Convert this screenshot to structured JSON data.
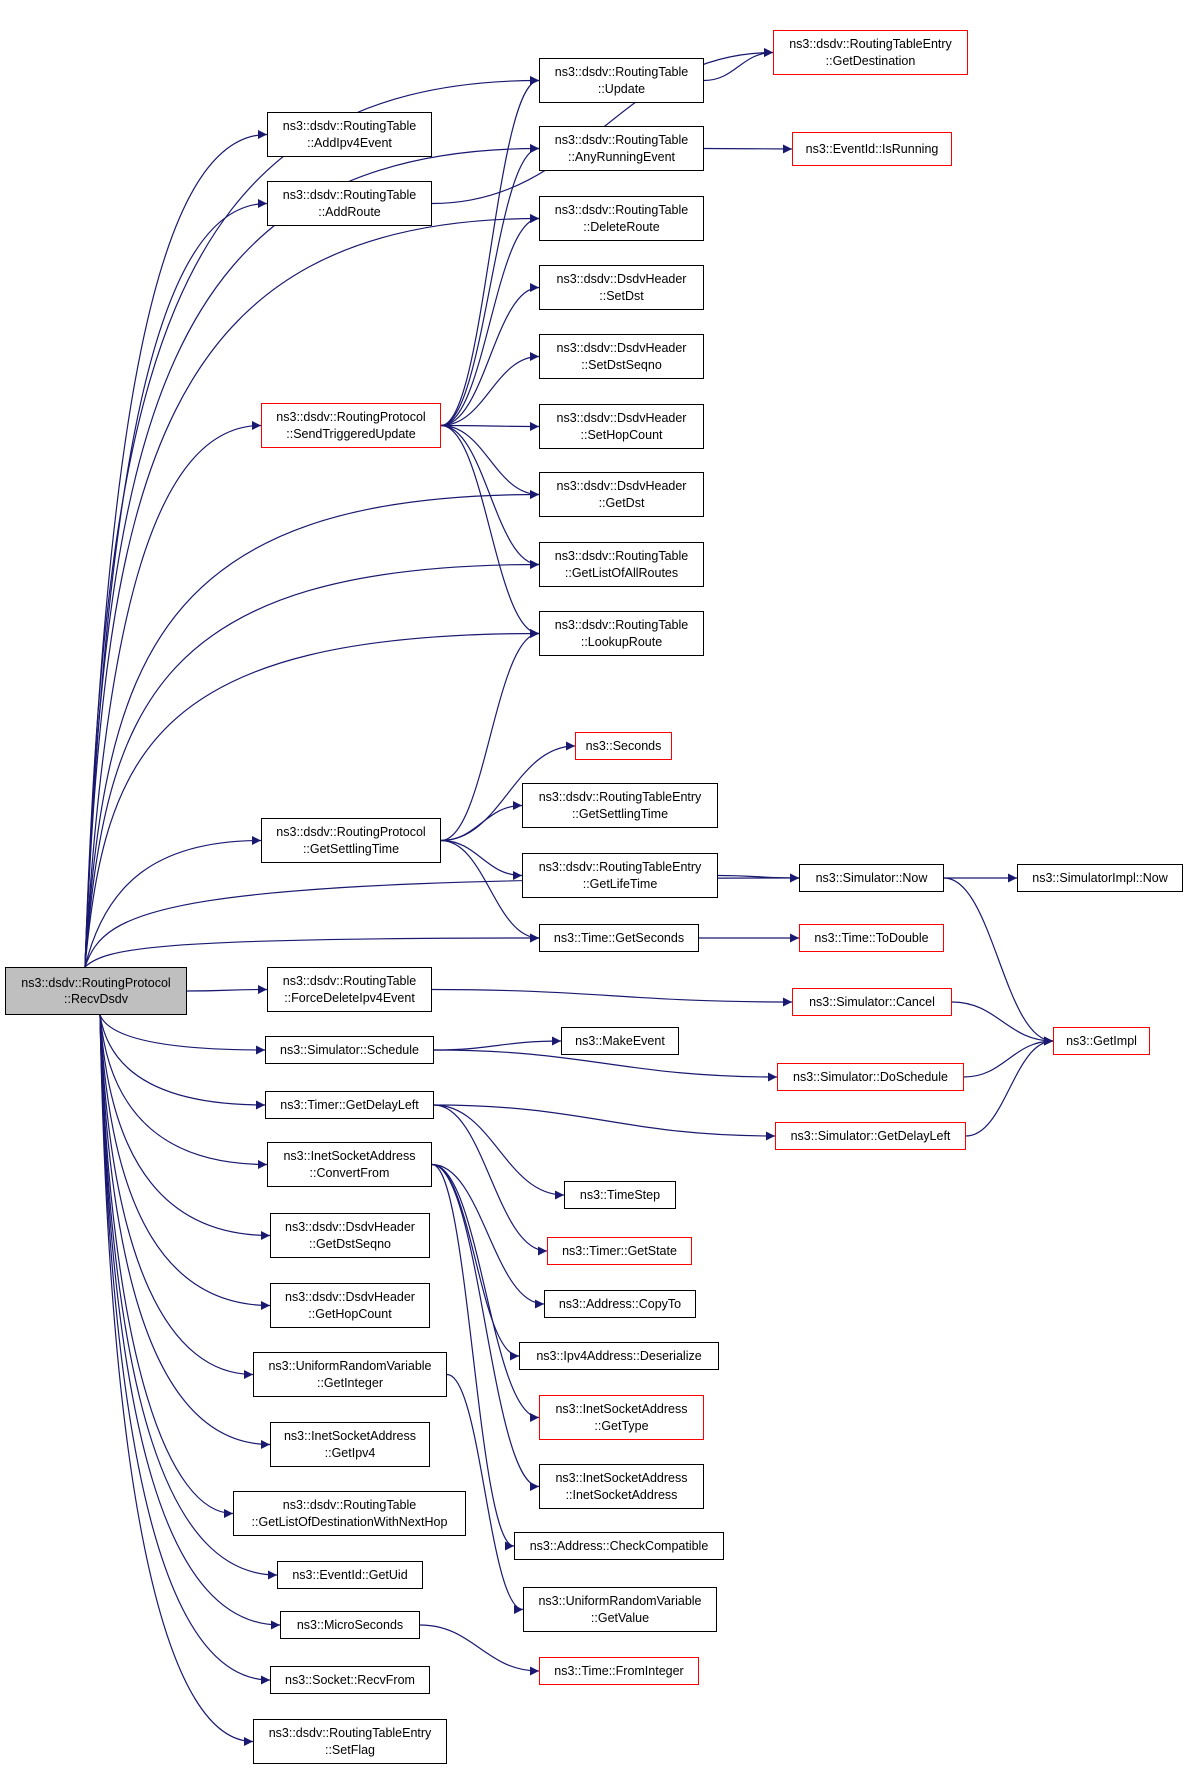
{
  "colors": {
    "edge": "#191970",
    "node_border": "#000000",
    "truncated_border": "#ff0000",
    "root_fill": "#bfbfbf"
  },
  "root": {
    "line1": "ns3::dsdv::RoutingProtocol",
    "line2": "::RecvDsdv"
  },
  "nodes": [
    {
      "id": "AddIpv4Event",
      "lines": [
        "ns3::dsdv::RoutingTable",
        "::AddIpv4Event"
      ],
      "truncated": false
    },
    {
      "id": "AddRoute",
      "lines": [
        "ns3::dsdv::RoutingTable",
        "::AddRoute"
      ],
      "truncated": false
    },
    {
      "id": "SendTriggeredUpdate",
      "lines": [
        "ns3::dsdv::RoutingProtocol",
        "::SendTriggeredUpdate"
      ],
      "truncated": true
    },
    {
      "id": "Update",
      "lines": [
        "ns3::dsdv::RoutingTable",
        "::Update"
      ],
      "truncated": false
    },
    {
      "id": "GetDestination",
      "lines": [
        "ns3::dsdv::RoutingTableEntry",
        "::GetDestination"
      ],
      "truncated": true
    },
    {
      "id": "AnyRunningEvent",
      "lines": [
        "ns3::dsdv::RoutingTable",
        "::AnyRunningEvent"
      ],
      "truncated": false
    },
    {
      "id": "IsRunning",
      "lines": [
        "ns3::EventId::IsRunning"
      ],
      "truncated": true
    },
    {
      "id": "DeleteRoute",
      "lines": [
        "ns3::dsdv::RoutingTable",
        "::DeleteRoute"
      ],
      "truncated": false
    },
    {
      "id": "SetDst",
      "lines": [
        "ns3::dsdv::DsdvHeader",
        "::SetDst"
      ],
      "truncated": false
    },
    {
      "id": "SetDstSeqno",
      "lines": [
        "ns3::dsdv::DsdvHeader",
        "::SetDstSeqno"
      ],
      "truncated": false
    },
    {
      "id": "SetHopCount",
      "lines": [
        "ns3::dsdv::DsdvHeader",
        "::SetHopCount"
      ],
      "truncated": false
    },
    {
      "id": "GetDst",
      "lines": [
        "ns3::dsdv::DsdvHeader",
        "::GetDst"
      ],
      "truncated": false
    },
    {
      "id": "GetListOfAllRoutes",
      "lines": [
        "ns3::dsdv::RoutingTable",
        "::GetListOfAllRoutes"
      ],
      "truncated": false
    },
    {
      "id": "LookupRoute",
      "lines": [
        "ns3::dsdv::RoutingTable",
        "::LookupRoute"
      ],
      "truncated": false
    },
    {
      "id": "Seconds",
      "lines": [
        "ns3::Seconds"
      ],
      "truncated": true
    },
    {
      "id": "GetSettlingTimeRP",
      "lines": [
        "ns3::dsdv::RoutingProtocol",
        "::GetSettlingTime"
      ],
      "truncated": false
    },
    {
      "id": "GetSettlingTimeRTE",
      "lines": [
        "ns3::dsdv::RoutingTableEntry",
        "::GetSettlingTime"
      ],
      "truncated": false
    },
    {
      "id": "GetLifeTime",
      "lines": [
        "ns3::dsdv::RoutingTableEntry",
        "::GetLifeTime"
      ],
      "truncated": false
    },
    {
      "id": "SimulatorNow",
      "lines": [
        "ns3::Simulator::Now"
      ],
      "truncated": false
    },
    {
      "id": "SimulatorImplNow",
      "lines": [
        "ns3::SimulatorImpl::Now"
      ],
      "truncated": false
    },
    {
      "id": "GetSeconds",
      "lines": [
        "ns3::Time::GetSeconds"
      ],
      "truncated": false
    },
    {
      "id": "ToDouble",
      "lines": [
        "ns3::Time::ToDouble"
      ],
      "truncated": true
    },
    {
      "id": "ForceDeleteIpv4Event",
      "lines": [
        "ns3::dsdv::RoutingTable",
        "::ForceDeleteIpv4Event"
      ],
      "truncated": false
    },
    {
      "id": "Cancel",
      "lines": [
        "ns3::Simulator::Cancel"
      ],
      "truncated": true
    },
    {
      "id": "GetImpl",
      "lines": [
        "ns3::GetImpl"
      ],
      "truncated": true
    },
    {
      "id": "Schedule",
      "lines": [
        "ns3::Simulator::Schedule"
      ],
      "truncated": false
    },
    {
      "id": "MakeEvent",
      "lines": [
        "ns3::MakeEvent"
      ],
      "truncated": false
    },
    {
      "id": "DoSchedule",
      "lines": [
        "ns3::Simulator::DoSchedule"
      ],
      "truncated": true
    },
    {
      "id": "TimerGetDelayLeft",
      "lines": [
        "ns3::Timer::GetDelayLeft"
      ],
      "truncated": false
    },
    {
      "id": "SimGetDelayLeft",
      "lines": [
        "ns3::Simulator::GetDelayLeft"
      ],
      "truncated": true
    },
    {
      "id": "TimeStep",
      "lines": [
        "ns3::TimeStep"
      ],
      "truncated": false
    },
    {
      "id": "TimerGetState",
      "lines": [
        "ns3::Timer::GetState"
      ],
      "truncated": true
    },
    {
      "id": "ConvertFrom",
      "lines": [
        "ns3::InetSocketAddress",
        "::ConvertFrom"
      ],
      "truncated": false
    },
    {
      "id": "CopyTo",
      "lines": [
        "ns3::Address::CopyTo"
      ],
      "truncated": false
    },
    {
      "id": "Deserialize",
      "lines": [
        "ns3::Ipv4Address::Deserialize"
      ],
      "truncated": false
    },
    {
      "id": "GetDstSeqno",
      "lines": [
        "ns3::dsdv::DsdvHeader",
        "::GetDstSeqno"
      ],
      "truncated": false
    },
    {
      "id": "GetType",
      "lines": [
        "ns3::InetSocketAddress",
        "::GetType"
      ],
      "truncated": true
    },
    {
      "id": "GetHopCount",
      "lines": [
        "ns3::dsdv::DsdvHeader",
        "::GetHopCount"
      ],
      "truncated": false
    },
    {
      "id": "InetSocketAddressCtor",
      "lines": [
        "ns3::InetSocketAddress",
        "::InetSocketAddress"
      ],
      "truncated": false
    },
    {
      "id": "GetInteger",
      "lines": [
        "ns3::UniformRandomVariable",
        "::GetInteger"
      ],
      "truncated": false
    },
    {
      "id": "GetIpv4",
      "lines": [
        "ns3::InetSocketAddress",
        "::GetIpv4"
      ],
      "truncated": false
    },
    {
      "id": "CheckCompatible",
      "lines": [
        "ns3::Address::CheckCompatible"
      ],
      "truncated": false
    },
    {
      "id": "GetListOfDestinationWithNextHop",
      "lines": [
        "ns3::dsdv::RoutingTable",
        "::GetListOfDestinationWithNextHop"
      ],
      "truncated": false
    },
    {
      "id": "GetUid",
      "lines": [
        "ns3::EventId::GetUid"
      ],
      "truncated": false
    },
    {
      "id": "GetValue",
      "lines": [
        "ns3::UniformRandomVariable",
        "::GetValue"
      ],
      "truncated": false
    },
    {
      "id": "MicroSeconds",
      "lines": [
        "ns3::MicroSeconds"
      ],
      "truncated": false
    },
    {
      "id": "FromInteger",
      "lines": [
        "ns3::Time::FromInteger"
      ],
      "truncated": true
    },
    {
      "id": "RecvFrom",
      "lines": [
        "ns3::Socket::RecvFrom"
      ],
      "truncated": false
    },
    {
      "id": "SetFlag",
      "lines": [
        "ns3::dsdv::RoutingTableEntry",
        "::SetFlag"
      ],
      "truncated": false
    }
  ],
  "edges": [
    [
      "root",
      "AddIpv4Event"
    ],
    [
      "root",
      "AddRoute"
    ],
    [
      "root",
      "SendTriggeredUpdate"
    ],
    [
      "root",
      "Update"
    ],
    [
      "root",
      "AnyRunningEvent"
    ],
    [
      "root",
      "DeleteRoute"
    ],
    [
      "root",
      "GetDst"
    ],
    [
      "root",
      "GetListOfAllRoutes"
    ],
    [
      "root",
      "LookupRoute"
    ],
    [
      "root",
      "SimulatorNow"
    ],
    [
      "root",
      "GetSettlingTimeRP"
    ],
    [
      "root",
      "GetSeconds"
    ],
    [
      "root",
      "ForceDeleteIpv4Event"
    ],
    [
      "root",
      "Schedule"
    ],
    [
      "root",
      "TimerGetDelayLeft"
    ],
    [
      "root",
      "ConvertFrom"
    ],
    [
      "root",
      "GetDstSeqno"
    ],
    [
      "root",
      "GetHopCount"
    ],
    [
      "root",
      "GetInteger"
    ],
    [
      "root",
      "GetIpv4"
    ],
    [
      "root",
      "GetListOfDestinationWithNextHop"
    ],
    [
      "root",
      "GetUid"
    ],
    [
      "root",
      "MicroSeconds"
    ],
    [
      "root",
      "RecvFrom"
    ],
    [
      "root",
      "SetFlag"
    ],
    [
      "AddRoute",
      "GetDestination"
    ],
    [
      "Update",
      "GetDestination"
    ],
    [
      "AnyRunningEvent",
      "IsRunning"
    ],
    [
      "SendTriggeredUpdate",
      "Update"
    ],
    [
      "SendTriggeredUpdate",
      "AnyRunningEvent"
    ],
    [
      "SendTriggeredUpdate",
      "DeleteRoute"
    ],
    [
      "SendTriggeredUpdate",
      "SetDst"
    ],
    [
      "SendTriggeredUpdate",
      "SetDstSeqno"
    ],
    [
      "SendTriggeredUpdate",
      "SetHopCount"
    ],
    [
      "SendTriggeredUpdate",
      "GetDst"
    ],
    [
      "SendTriggeredUpdate",
      "GetListOfAllRoutes"
    ],
    [
      "SendTriggeredUpdate",
      "LookupRoute"
    ],
    [
      "GetSettlingTimeRP",
      "LookupRoute"
    ],
    [
      "GetSettlingTimeRP",
      "Seconds"
    ],
    [
      "GetSettlingTimeRP",
      "GetSettlingTimeRTE"
    ],
    [
      "GetSettlingTimeRP",
      "GetLifeTime"
    ],
    [
      "GetSettlingTimeRP",
      "GetSeconds"
    ],
    [
      "GetLifeTime",
      "SimulatorNow"
    ],
    [
      "SimulatorNow",
      "SimulatorImplNow"
    ],
    [
      "SimulatorNow",
      "GetImpl"
    ],
    [
      "GetSeconds",
      "ToDouble"
    ],
    [
      "ForceDeleteIpv4Event",
      "Cancel"
    ],
    [
      "Cancel",
      "GetImpl"
    ],
    [
      "Schedule",
      "MakeEvent"
    ],
    [
      "Schedule",
      "DoSchedule"
    ],
    [
      "DoSchedule",
      "GetImpl"
    ],
    [
      "TimerGetDelayLeft",
      "SimGetDelayLeft"
    ],
    [
      "TimerGetDelayLeft",
      "TimeStep"
    ],
    [
      "TimerGetDelayLeft",
      "TimerGetState"
    ],
    [
      "SimGetDelayLeft",
      "GetImpl"
    ],
    [
      "ConvertFrom",
      "CopyTo"
    ],
    [
      "ConvertFrom",
      "Deserialize"
    ],
    [
      "ConvertFrom",
      "GetType"
    ],
    [
      "ConvertFrom",
      "InetSocketAddressCtor"
    ],
    [
      "ConvertFrom",
      "CheckCompatible"
    ],
    [
      "GetInteger",
      "GetValue"
    ],
    [
      "MicroSeconds",
      "FromInteger"
    ]
  ]
}
